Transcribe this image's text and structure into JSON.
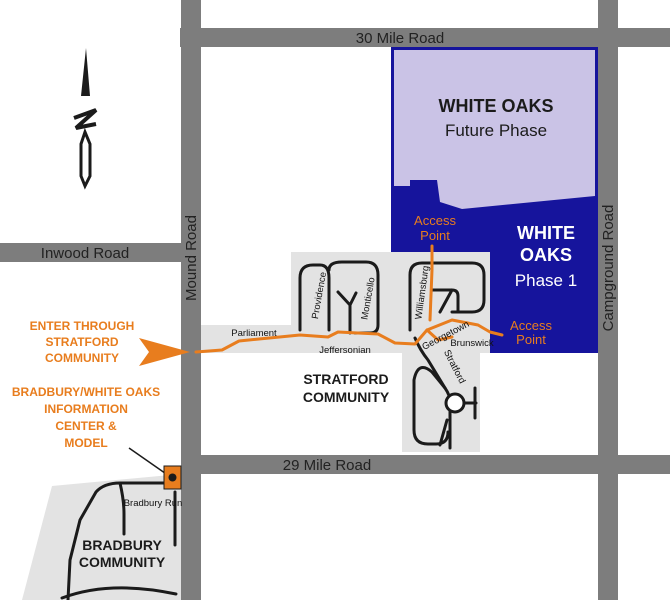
{
  "colors": {
    "road_gray": "#7d7d7d",
    "block_gray": "#e3e3e3",
    "future_phase": "#cac3e6",
    "phase1": "#16149c",
    "orange": "#E87D1E",
    "dark": "#1b1b1b"
  },
  "roads": {
    "thirty_mile": "30 Mile Road",
    "inwood": "Inwood Road",
    "mound": "Mound Road",
    "campground": "Campground Road",
    "twentynine_mile": "29 Mile Road"
  },
  "white_oaks_future": {
    "title": "WHITE OAKS",
    "subtitle": "Future Phase"
  },
  "white_oaks_phase1": {
    "line1": "WHITE",
    "line2": "OAKS",
    "subtitle": "Phase 1"
  },
  "access_points": [
    {
      "line1": "Access",
      "line2": "Point"
    },
    {
      "line1": "Access",
      "line2": "Point"
    }
  ],
  "stratford": {
    "line1": "STRATFORD",
    "line2": "COMMUNITY",
    "streets": {
      "parliament": "Parliament",
      "jeffersonian": "Jeffersonian",
      "providence": "Providence",
      "monticello": "Monticello",
      "williamsburg": "Williamsburg",
      "georgetown": "Georgetown",
      "brunswick": "Brunswick",
      "stratford": "Stratford"
    }
  },
  "enter_through": {
    "line1": "ENTER THROUGH",
    "line2": "STRATFORD",
    "line3": "COMMUNITY"
  },
  "info_center": {
    "line1": "BRADBURY/WHITE OAKS",
    "line2": "INFORMATION",
    "line3": "CENTER &",
    "line4": "MODEL"
  },
  "bradbury": {
    "line1": "BRADBURY",
    "line2": "COMMUNITY",
    "street": "Bradbury Run"
  },
  "icons": {
    "compass": "north-arrow-icon",
    "arrow": "orange-arrow-icon",
    "marker": "info-center-marker-icon"
  }
}
